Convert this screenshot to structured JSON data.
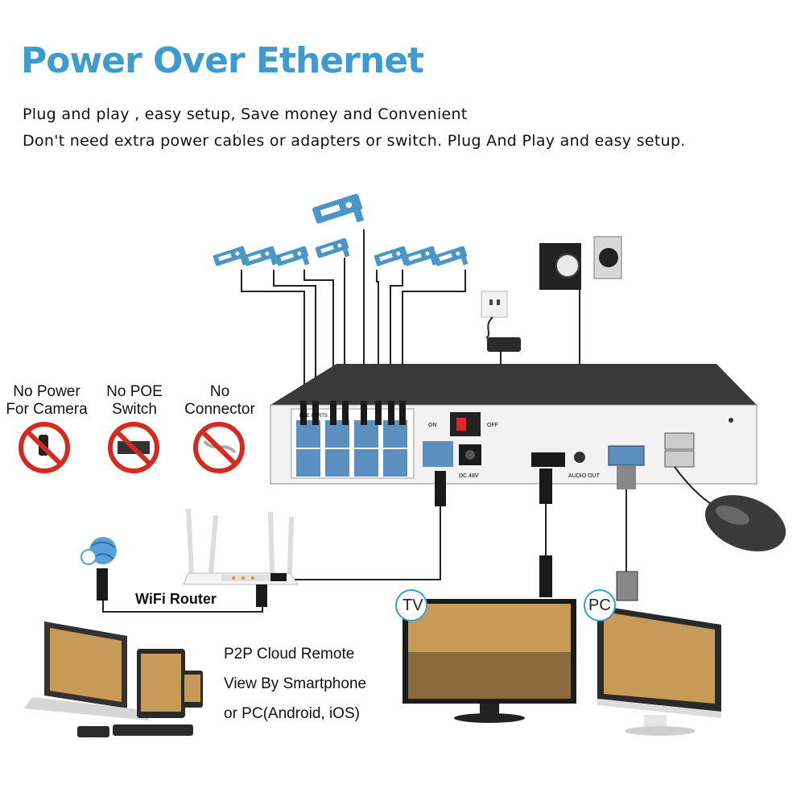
{
  "title": "Power Over Ethernet",
  "description": {
    "line1": "Plug and play , easy setup, Save money and Convenient",
    "line2": "Don't need extra power cables or adapters or switch. Plug And Play and easy setup."
  },
  "prohibitions": [
    {
      "label_top": "No Power",
      "label_bottom": "For Camera",
      "icon": "power-plug-icon"
    },
    {
      "label_top": "No POE",
      "label_bottom": "Switch",
      "icon": "poe-switch-icon"
    },
    {
      "label_top": "No",
      "label_bottom": "Connector",
      "icon": "connector-icon"
    }
  ],
  "router_label": "WiFi Router",
  "remote_text": {
    "line1": "P2P Cloud Remote",
    "line2": "View By Smartphone",
    "line3": "or PC(Android, iOS)"
  },
  "badges": {
    "tv": "TV",
    "pc": "PC"
  },
  "nvr_labels": {
    "on": "ON",
    "off": "OFF",
    "dc": "DC 48V",
    "audio": "AUDIO OUT",
    "poe": "POE PORTS"
  },
  "colors": {
    "title": "#3d9bd2",
    "camera": "#4a95c9",
    "nvr_body": "#3a3a3a",
    "port_blue": "#5b8fc0",
    "prohibit_red": "#d42a20"
  }
}
